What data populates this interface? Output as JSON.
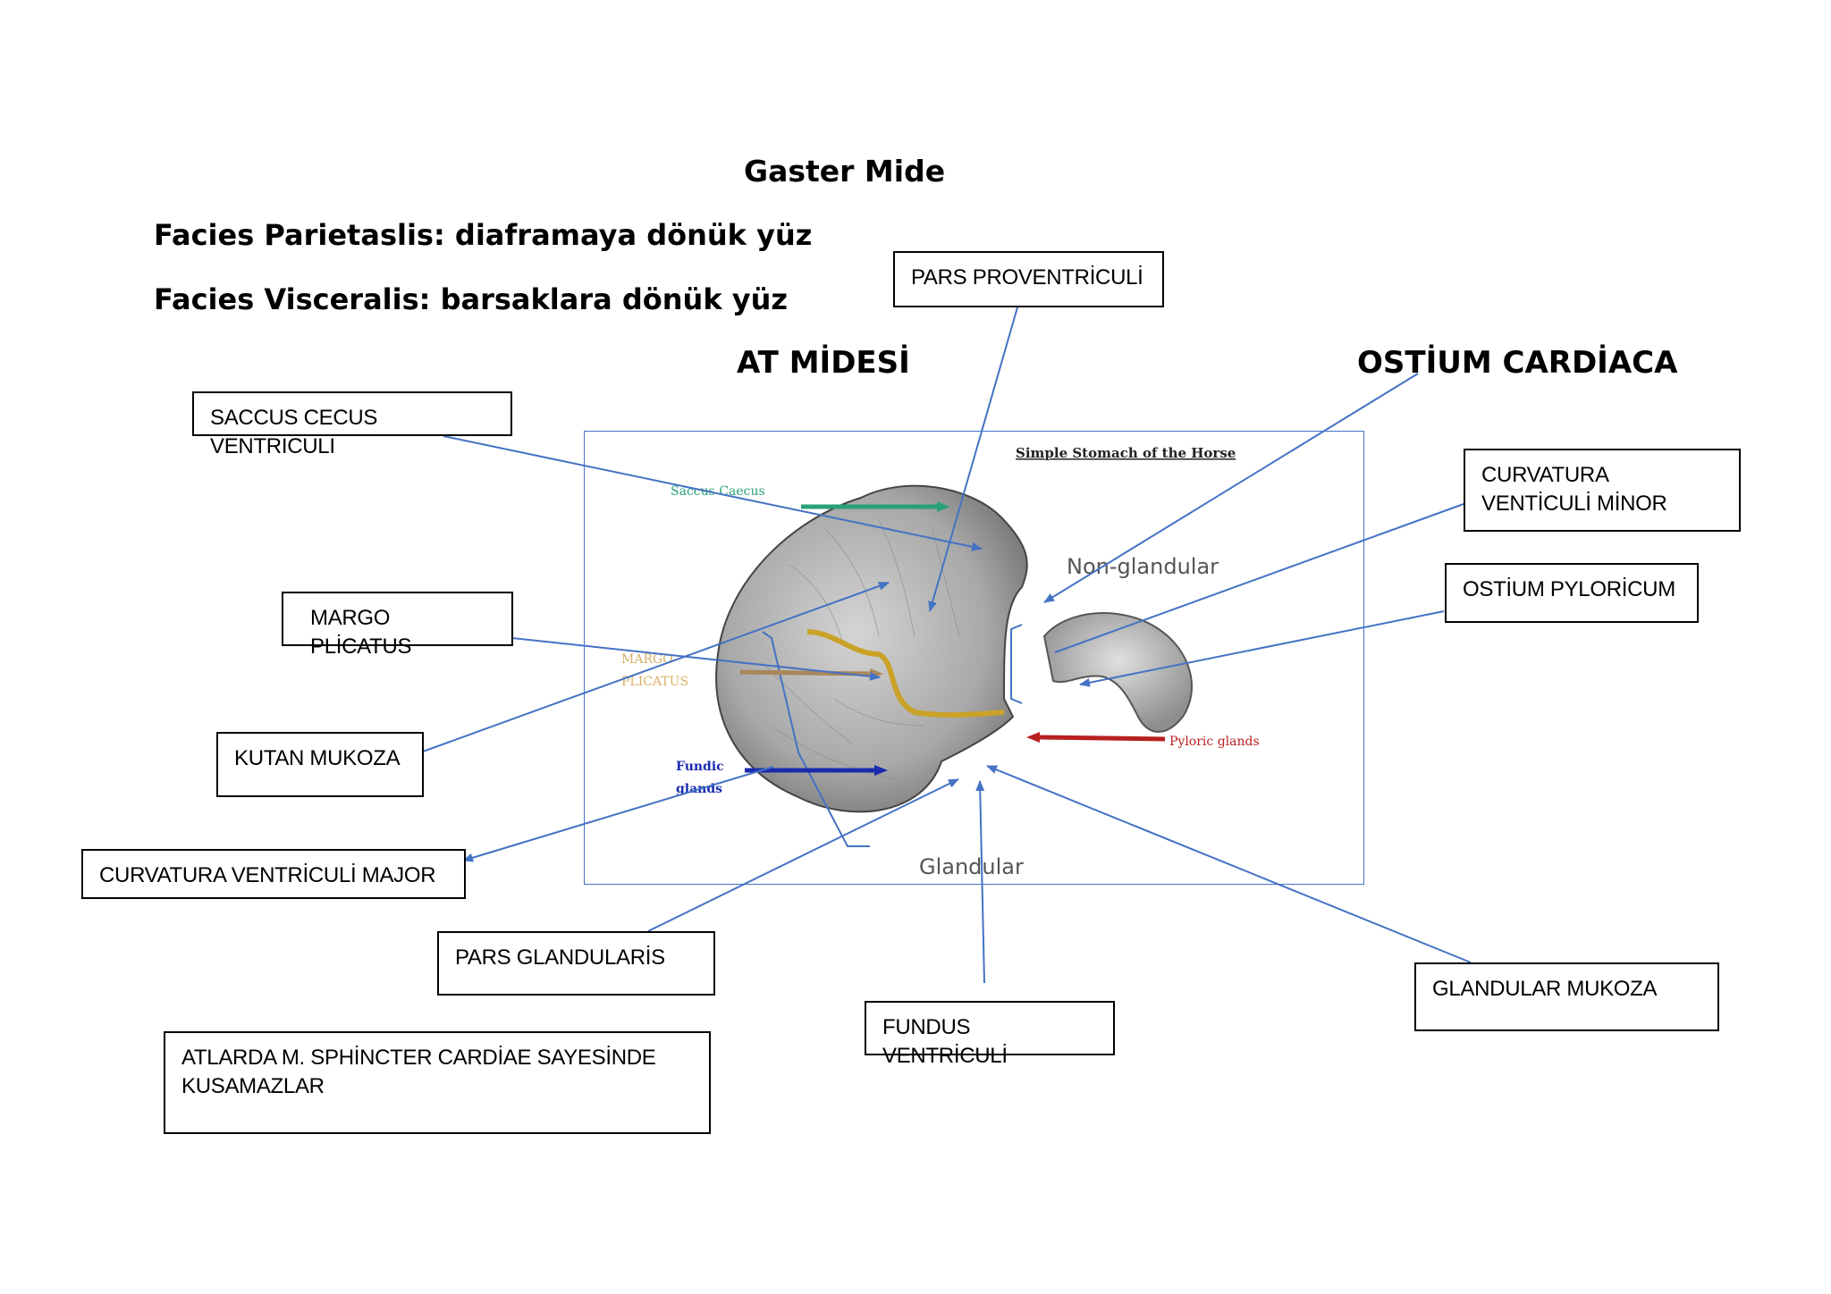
{
  "headings": {
    "main": "Gaster Mide",
    "line1": "Facies Parietaslis: diaframaya dönük yüz",
    "line2": "Facies Visceralis: barsaklara dönük yüz",
    "at_midesi": "AT MİDESİ",
    "ostium_cardiaca": "OSTİUM CARDİACA"
  },
  "labels": {
    "pars_proventriculi": "PARS PROVENTRİCULİ",
    "saccus_cecus": "SACCUS CECUS VENTRİCULİ",
    "curvatura_minor": "CURVATURA VENTİCULİ MİNOR",
    "ostium_pyloricum": "OSTİUM PYLORİCUM",
    "margo_plicatus": "MARGO PLİCATUS",
    "kutan_mukoza": "KUTAN MUKOZA",
    "curvatura_major": "CURVATURA VENTRİCULİ MAJOR",
    "pars_glandularis": "PARS GLANDULARİS",
    "fundus_ventriculi": "FUNDUS VENTRİCULİ",
    "glandular_mukoza": "GLANDULAR MUKOZA",
    "sphincter_note": "ATLARDA M. SPHİNCTER CARDİAE SAYESİNDE KUSAMAZLAR"
  },
  "image_text": {
    "header": "Simple Stomach of the Horse",
    "saccus": "Saccus Caecus",
    "non_glandular": "Non-glandular",
    "margo_l1": "MARGO",
    "margo_l2": "PLICATUS",
    "pyloric": "Pyloric glands",
    "fundic_l1": "Fundic",
    "fundic_l2": "glands",
    "glandular": "Glandular"
  },
  "colors": {
    "arrow": "#4472c4",
    "saccus_arrow": "#2aa07a",
    "margo_line": "#c9a227",
    "margo_arrow": "#a8875a",
    "pyloric_arrow": "#b82020",
    "fundic_arrow": "#1a2bb0",
    "stomach": "#b8b8b8"
  }
}
